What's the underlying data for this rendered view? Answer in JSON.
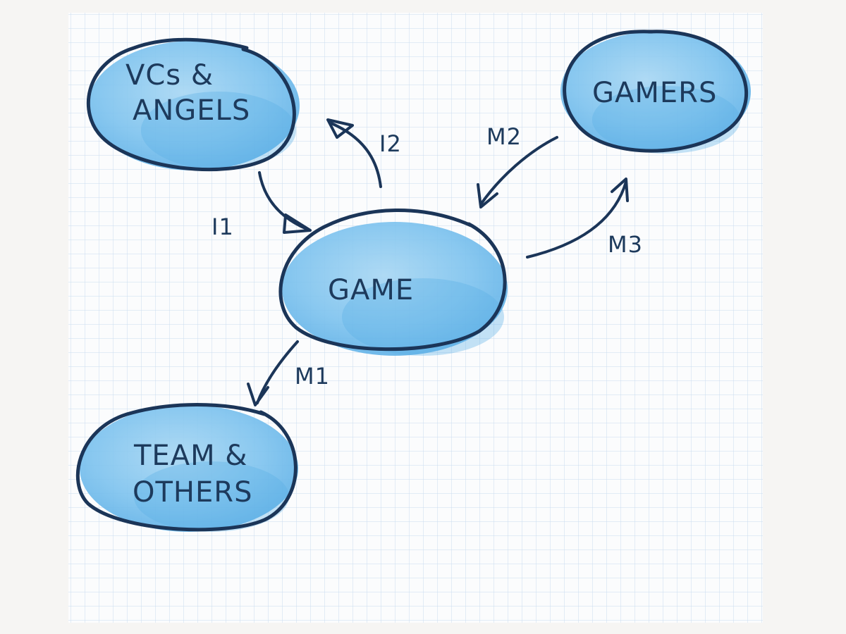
{
  "colors": {
    "page_bg": "#f6f5f3",
    "grid_bg": "#fbfcfd",
    "grid_line": "#c9dcf0",
    "blob_light": "#8fcbf0",
    "blob_dark": "#63b3e8",
    "ink": "#1b3558"
  },
  "nodes": {
    "vcs": {
      "line1": "VCs &",
      "line2": "ANGELS"
    },
    "gamers": {
      "line1": "GAMERS"
    },
    "game": {
      "line1": "GAME"
    },
    "team": {
      "line1": "TEAM &",
      "line2": "OTHERS"
    }
  },
  "edges": {
    "i1": {
      "label": "I1"
    },
    "i2": {
      "label": "I2"
    },
    "m1": {
      "label": "M1"
    },
    "m2": {
      "label": "M2"
    },
    "m3": {
      "label": "M3"
    }
  }
}
